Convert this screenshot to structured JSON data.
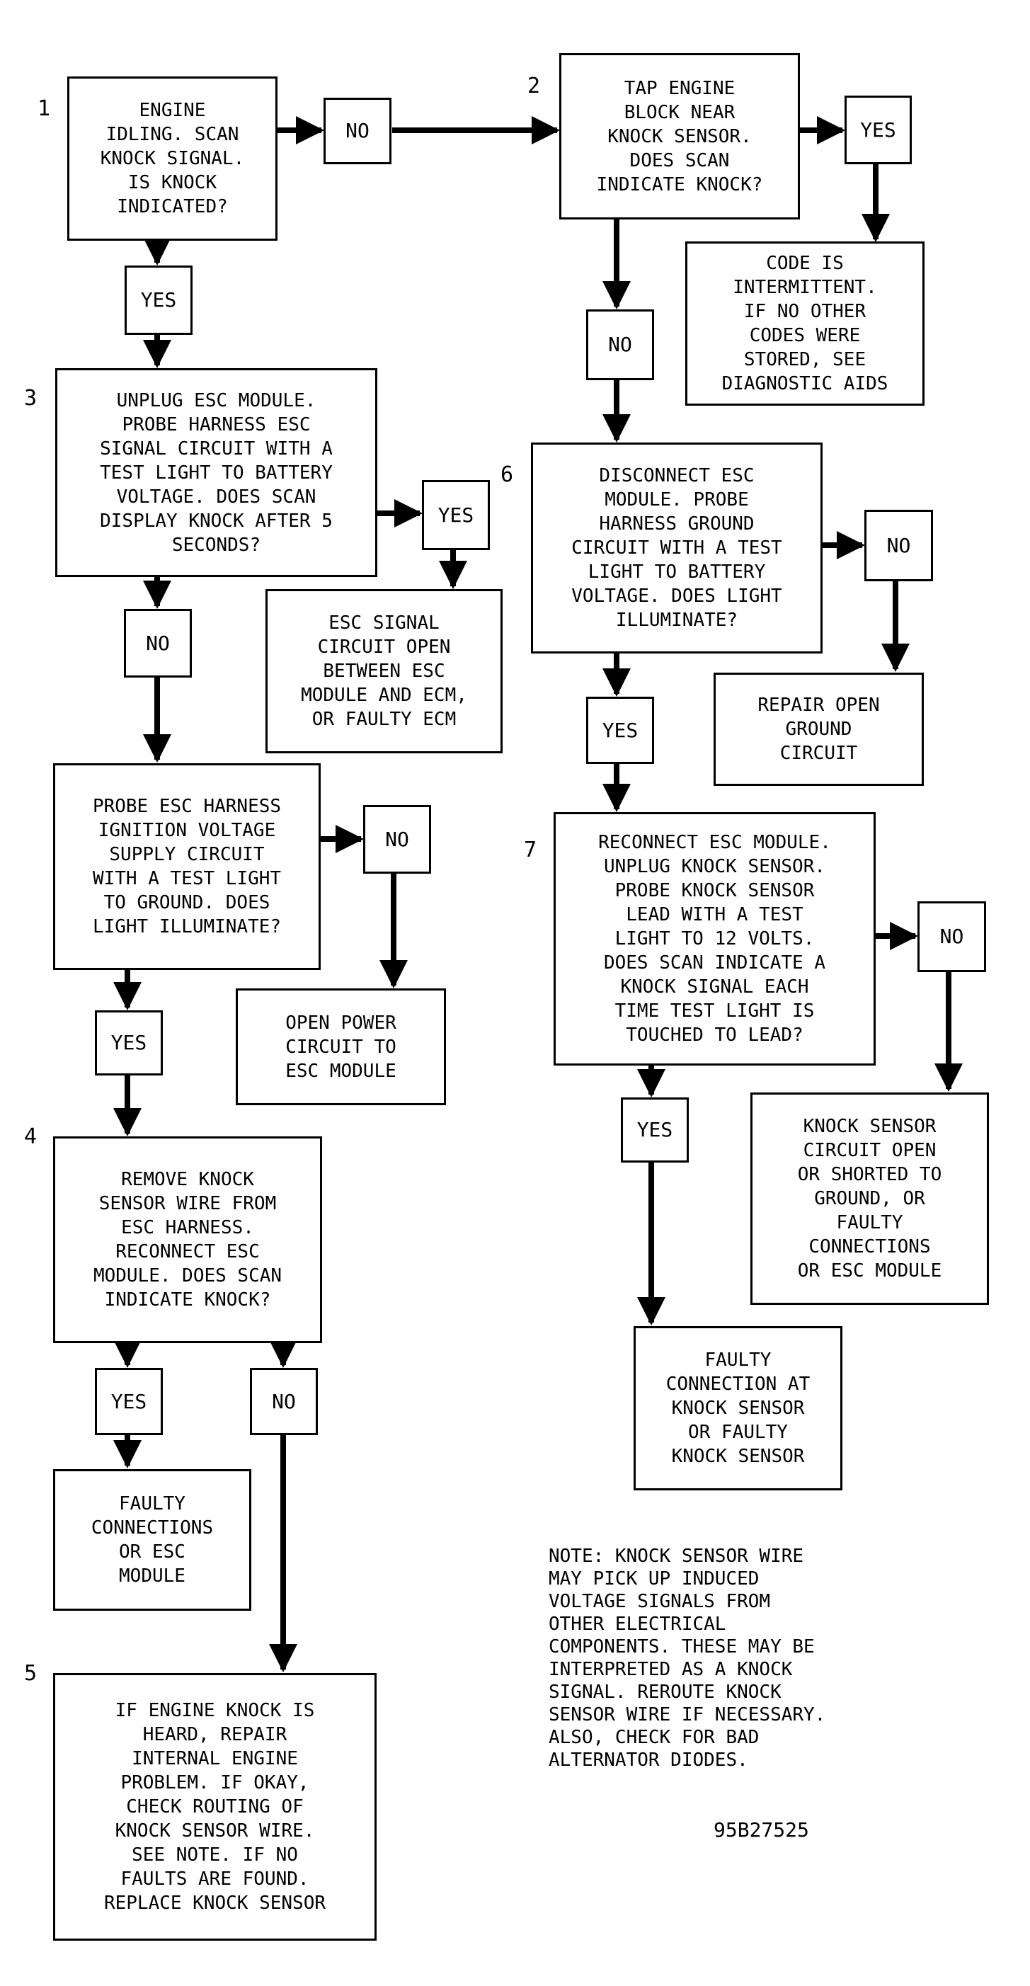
{
  "steps": {
    "s1": {
      "num": "1",
      "text": "ENGINE\nIDLING. SCAN\nKNOCK SIGNAL.\nIS KNOCK\nINDICATED?"
    },
    "s2": {
      "num": "2",
      "text": "TAP ENGINE\nBLOCK NEAR\nKNOCK SENSOR.\nDOES SCAN\nINDICATE KNOCK?"
    },
    "s3": {
      "num": "3",
      "text": "UNPLUG ESC MODULE.\nPROBE HARNESS ESC\nSIGNAL CIRCUIT WITH A\nTEST LIGHT TO BATTERY\nVOLTAGE. DOES SCAN\nDISPLAY KNOCK AFTER 5\nSECONDS?"
    },
    "s3b": {
      "text": "PROBE ESC HARNESS\nIGNITION VOLTAGE\nSUPPLY CIRCUIT\nWITH A TEST LIGHT\nTO GROUND. DOES\nLIGHT ILLUMINATE?"
    },
    "s4": {
      "num": "4",
      "text": "REMOVE KNOCK\nSENSOR WIRE FROM\nESC HARNESS.\nRECONNECT ESC\nMODULE. DOES SCAN\nINDICATE KNOCK?"
    },
    "s5": {
      "num": "5",
      "text": "IF ENGINE KNOCK IS\nHEARD, REPAIR\nINTERNAL ENGINE\nPROBLEM. IF OKAY,\nCHECK ROUTING OF\nKNOCK SENSOR WIRE.\nSEE NOTE. IF NO\nFAULTS ARE FOUND.\nREPLACE KNOCK SENSOR"
    },
    "s6": {
      "num": "6",
      "text": "DISCONNECT ESC\nMODULE. PROBE\nHARNESS GROUND\nCIRCUIT WITH A TEST\nLIGHT TO BATTERY\nVOLTAGE. DOES LIGHT\nILLUMINATE?"
    },
    "s7": {
      "num": "7",
      "text": "RECONNECT ESC MODULE.\nUNPLUG KNOCK SENSOR.\nPROBE KNOCK SENSOR\nLEAD WITH A TEST\nLIGHT TO 12 VOLTS.\nDOES SCAN INDICATE A\nKNOCK SIGNAL EACH\nTIME TEST LIGHT IS\nTOUCHED TO LEAD?"
    }
  },
  "results": {
    "intermittent": "CODE IS\nINTERMITTENT.\nIF NO OTHER\nCODES WERE\nSTORED, SEE\nDIAGNOSTIC AIDS",
    "esc_open": "ESC SIGNAL\nCIRCUIT OPEN\nBETWEEN ESC\nMODULE AND ECM,\nOR FAULTY ECM",
    "open_power": "OPEN POWER\nCIRCUIT TO\nESC MODULE",
    "faulty_conn": "FAULTY\nCONNECTIONS\nOR ESC\nMODULE",
    "repair_ground": "REPAIR OPEN\nGROUND\nCIRCUIT",
    "ks_circuit": "KNOCK SENSOR\nCIRCUIT OPEN\nOR SHORTED TO\nGROUND, OR\nFAULTY\nCONNECTIONS\nOR ESC MODULE",
    "faulty_sensor": "FAULTY\nCONNECTION AT\nKNOCK SENSOR\nOR FAULTY\nKNOCK SENSOR"
  },
  "labels": {
    "yes": "YES",
    "no": "NO"
  },
  "note": "NOTE: KNOCK SENSOR WIRE\nMAY PICK UP INDUCED\nVOLTAGE SIGNALS FROM\nOTHER ELECTRICAL\nCOMPONENTS. THESE MAY BE\nINTERPRETED AS A KNOCK\nSIGNAL. REROUTE KNOCK\nSENSOR WIRE IF NECESSARY.\nALSO, CHECK FOR BAD\nALTERNATOR DIODES.",
  "figure_id": "95B27525"
}
